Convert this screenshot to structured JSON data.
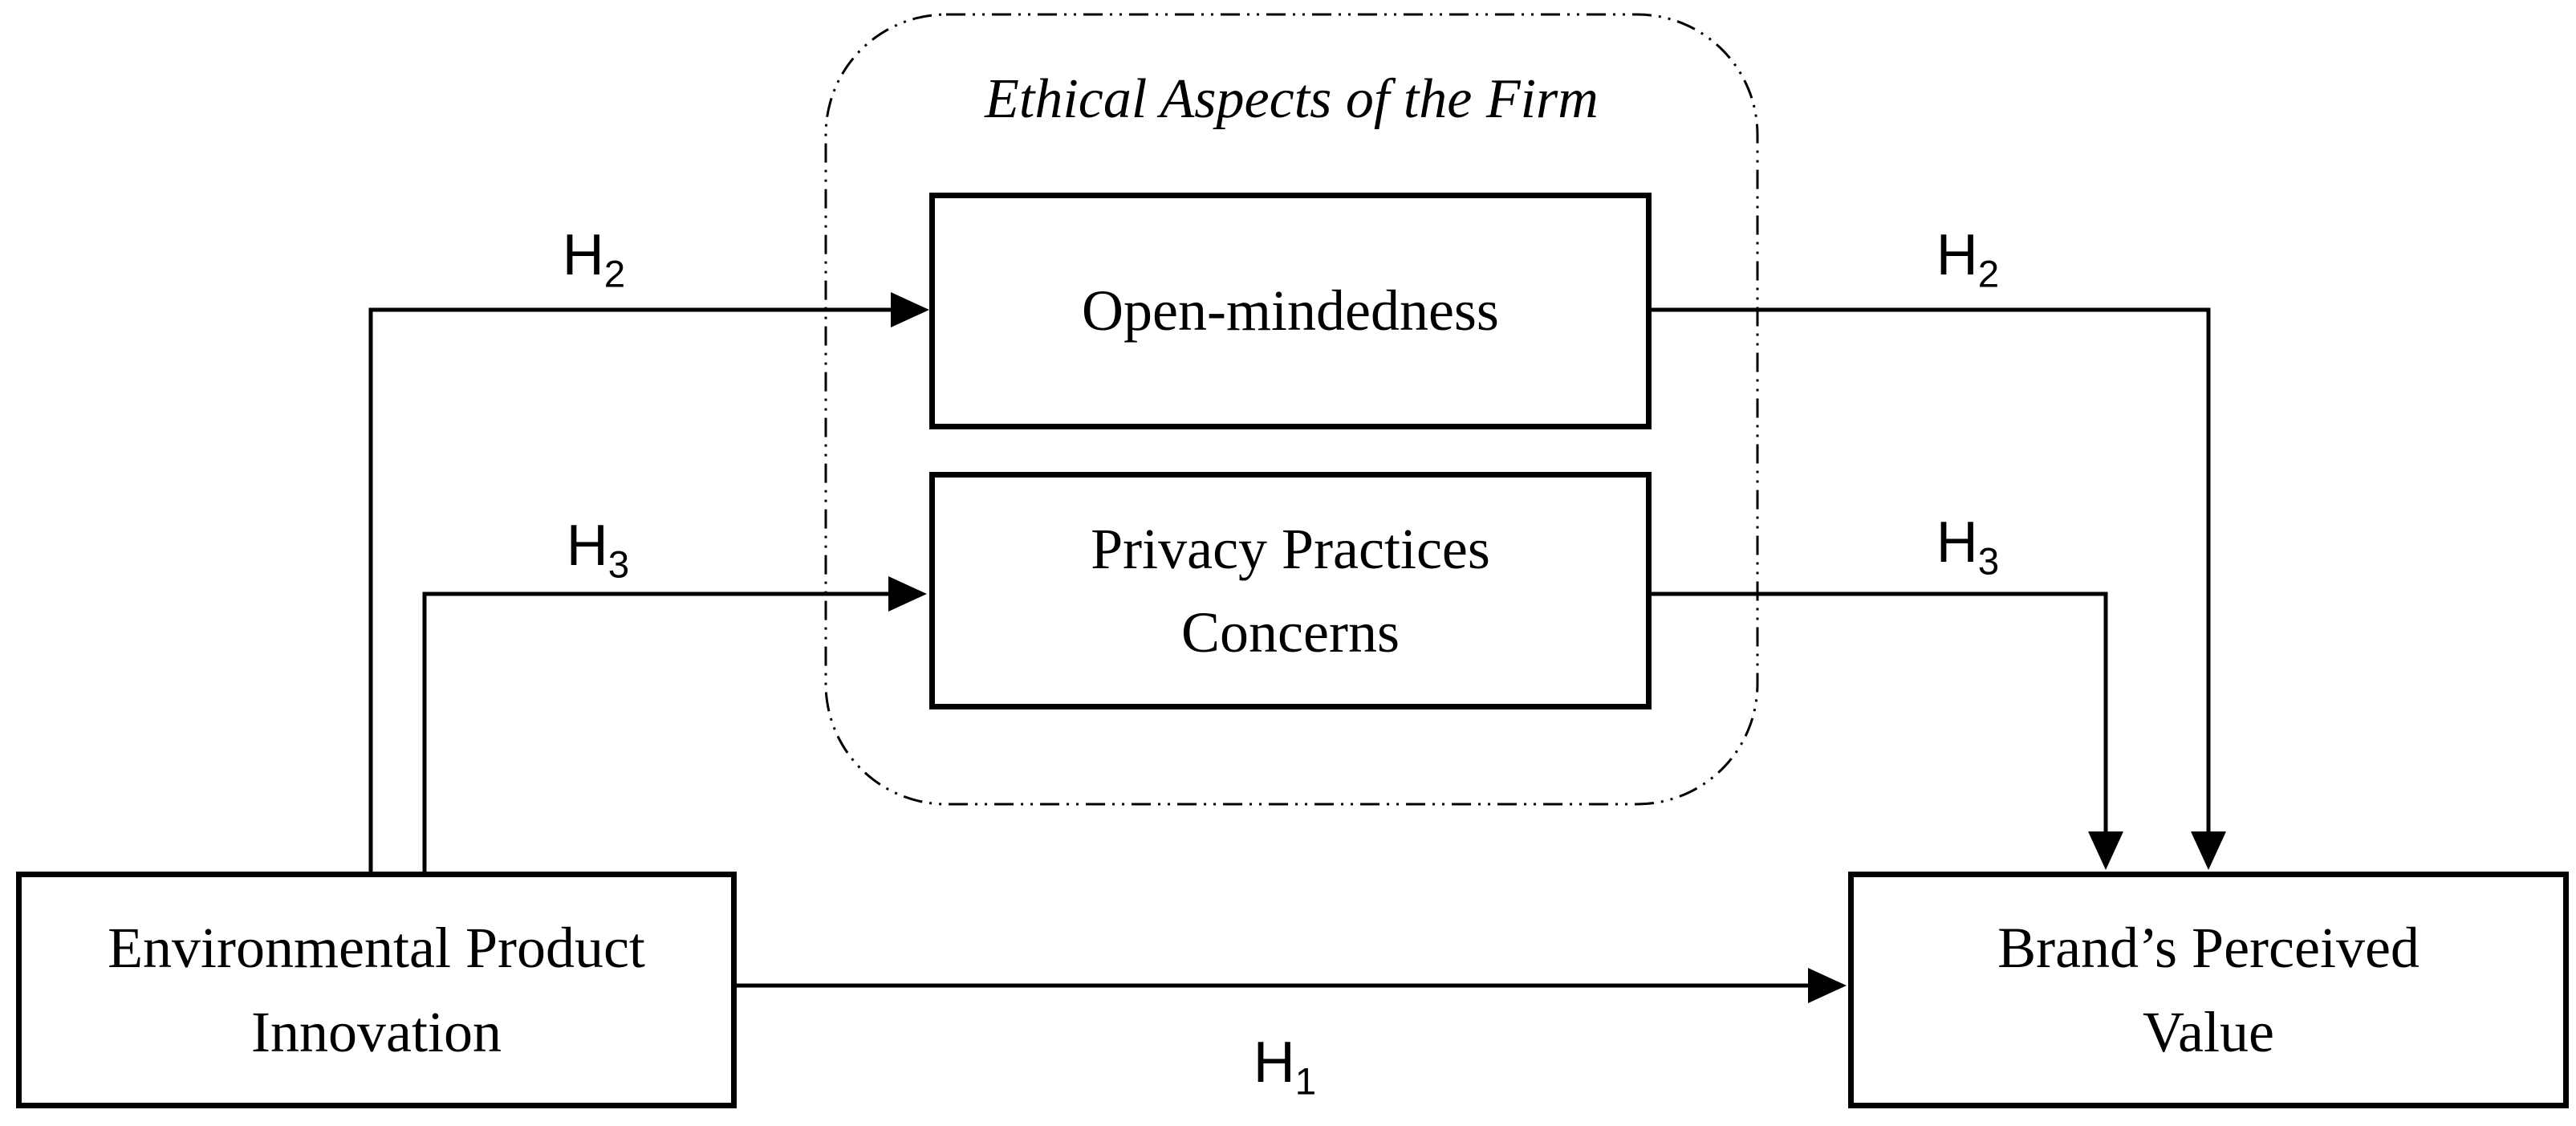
{
  "diagram": {
    "moderator_frame": {
      "title": "Ethical Aspects of the Firm"
    },
    "nodes": {
      "environmental_product_innovation": {
        "label": "Environmental Product\nInnovation"
      },
      "open_mindedness": {
        "label": "Open-mindedness"
      },
      "privacy_practices_concerns": {
        "label": "Privacy Practices\nConcerns"
      },
      "brands_perceived_value": {
        "label": "Brand’s Perceived\nValue"
      }
    },
    "hypothesis_labels": {
      "h1": {
        "base": "H",
        "sub": "1"
      },
      "h2_left": {
        "base": "H",
        "sub": "2"
      },
      "h2_right": {
        "base": "H",
        "sub": "2"
      },
      "h3_left": {
        "base": "H",
        "sub": "3"
      },
      "h3_right": {
        "base": "H",
        "sub": "3"
      }
    },
    "relationships": [
      {
        "id": "H1",
        "from": "Environmental Product Innovation",
        "to": "Brand’s Perceived Value"
      },
      {
        "id": "H2",
        "from": "Environmental Product Innovation",
        "via": "Open-mindedness",
        "to": "Brand’s Perceived Value"
      },
      {
        "id": "H3",
        "from": "Environmental Product Innovation",
        "via": "Privacy Practices Concerns",
        "to": "Brand’s Perceived Value"
      }
    ],
    "colors": {
      "ink": "#000000",
      "background": "#ffffff"
    }
  }
}
